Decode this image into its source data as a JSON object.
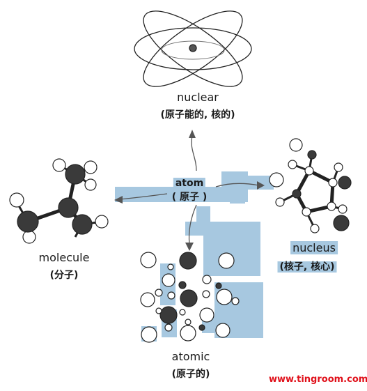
{
  "center": {
    "word": "atom",
    "gloss": "( 原子 )"
  },
  "top": {
    "word": "nuclear",
    "gloss": "(原子能的, 核的)"
  },
  "left": {
    "word": "molecule",
    "gloss": "(分子)"
  },
  "right": {
    "word": "nucleus",
    "gloss": "(核子, 核心)"
  },
  "bottom": {
    "word": "atomic",
    "gloss": "(原子的)"
  },
  "watermark": "www.tingroom.com",
  "colors": {
    "highlight": "#a7c8e0",
    "ink": "#1a1a1a",
    "watermark": "#e0101a"
  }
}
